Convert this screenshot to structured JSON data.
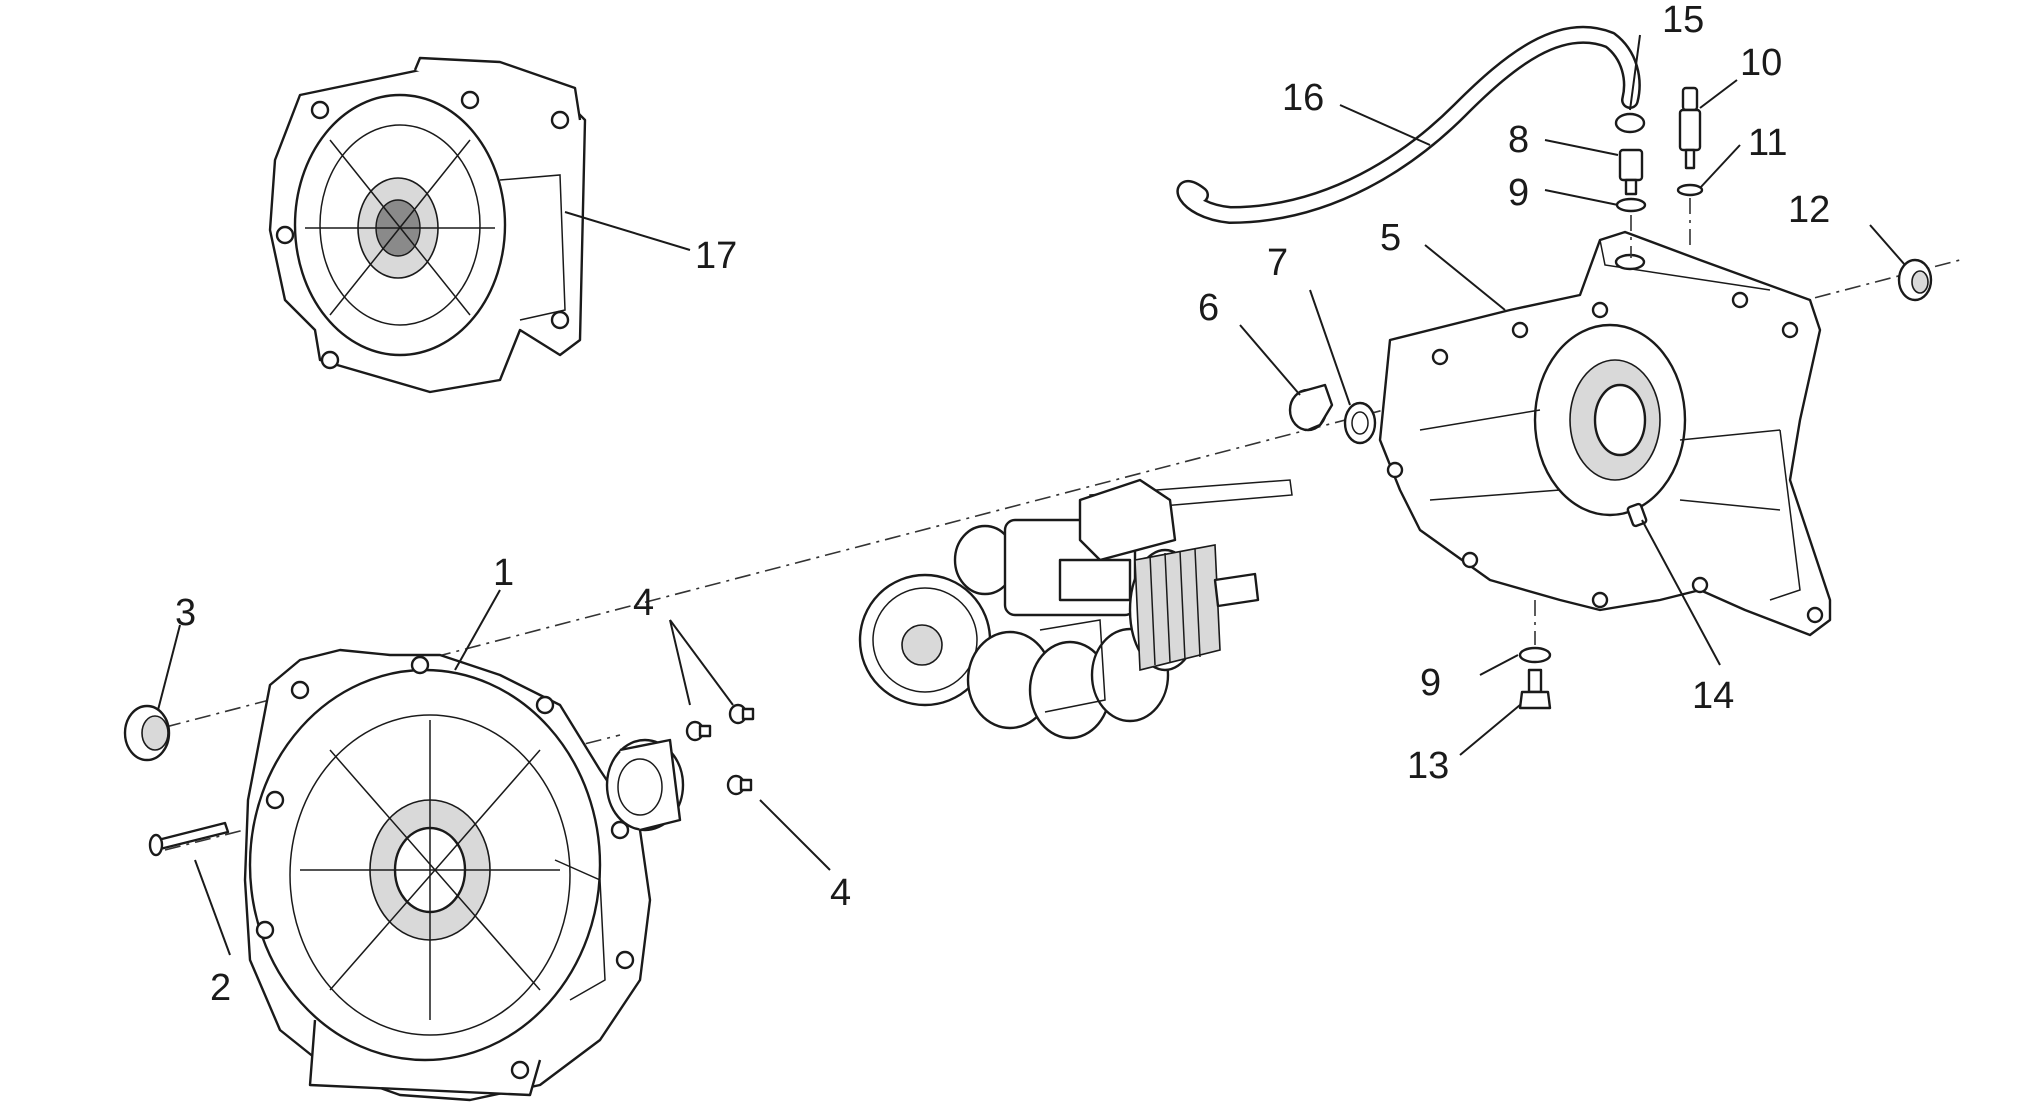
{
  "callouts": {
    "c1": "1",
    "c2": "2",
    "c3": "3",
    "c4a": "4",
    "c4b": "4",
    "c5": "5",
    "c6": "6",
    "c7": "7",
    "c8": "8",
    "c9a": "9",
    "c9b": "9",
    "c10": "10",
    "c11": "11",
    "c12": "12",
    "c13": "13",
    "c14": "14",
    "c15": "15",
    "c16": "16",
    "c17": "17"
  }
}
